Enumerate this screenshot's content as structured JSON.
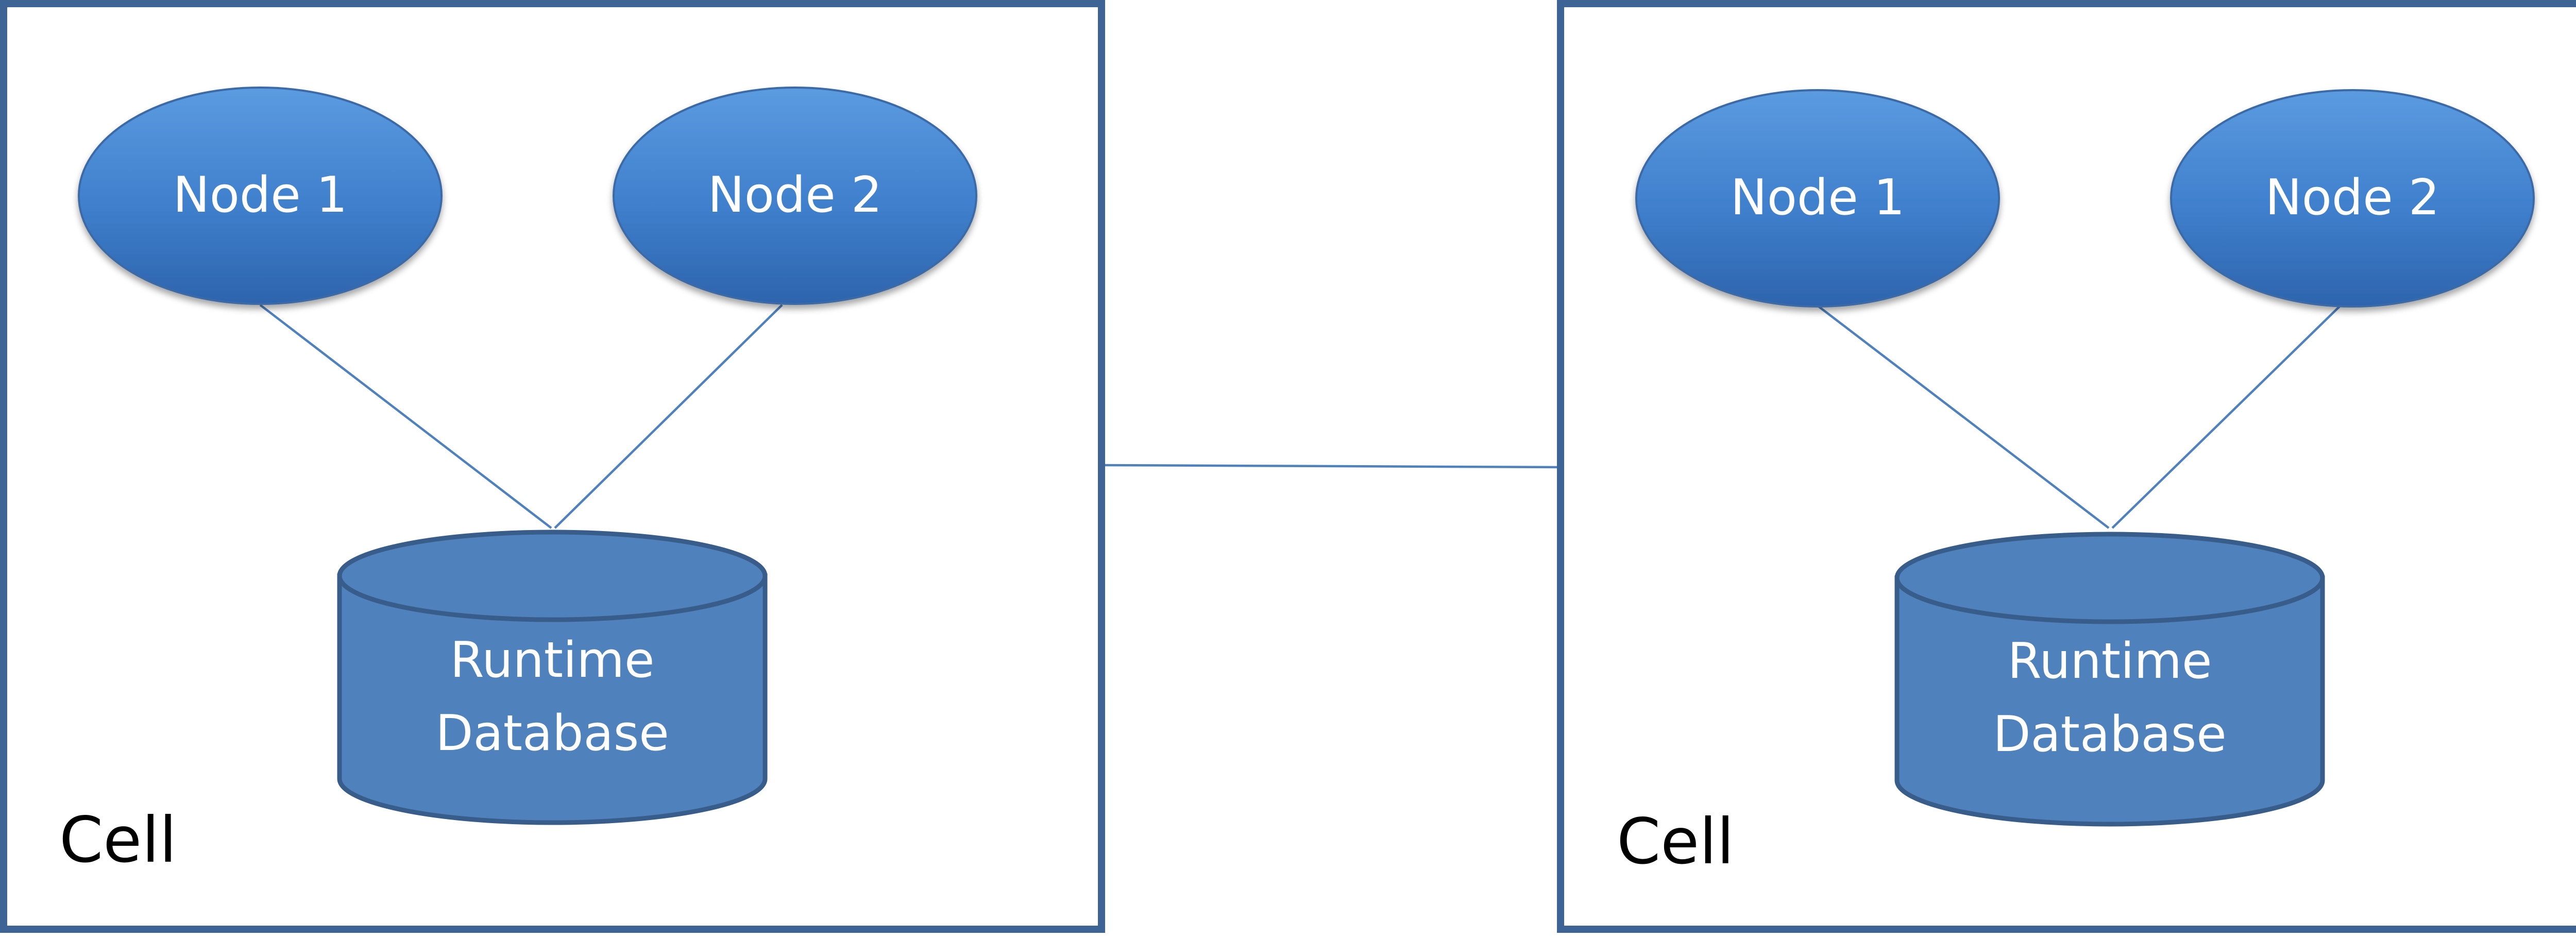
{
  "diagram": {
    "cells": [
      {
        "label": "Cell",
        "nodes": [
          {
            "label": "Node 1"
          },
          {
            "label": "Node 2"
          }
        ],
        "database": {
          "label_line1": "Runtime",
          "label_line2": "Database"
        }
      },
      {
        "label": "Cell",
        "nodes": [
          {
            "label": "Node 1"
          },
          {
            "label": "Node 2"
          }
        ],
        "database": {
          "label_line1": "Runtime",
          "label_line2": "Database"
        }
      }
    ],
    "colors": {
      "frame": "#3d6495",
      "node_fill": "#4a87d0",
      "database_fill": "#4f81bd",
      "database_stroke": "#385d8a",
      "connector": "#4f81bd"
    }
  }
}
